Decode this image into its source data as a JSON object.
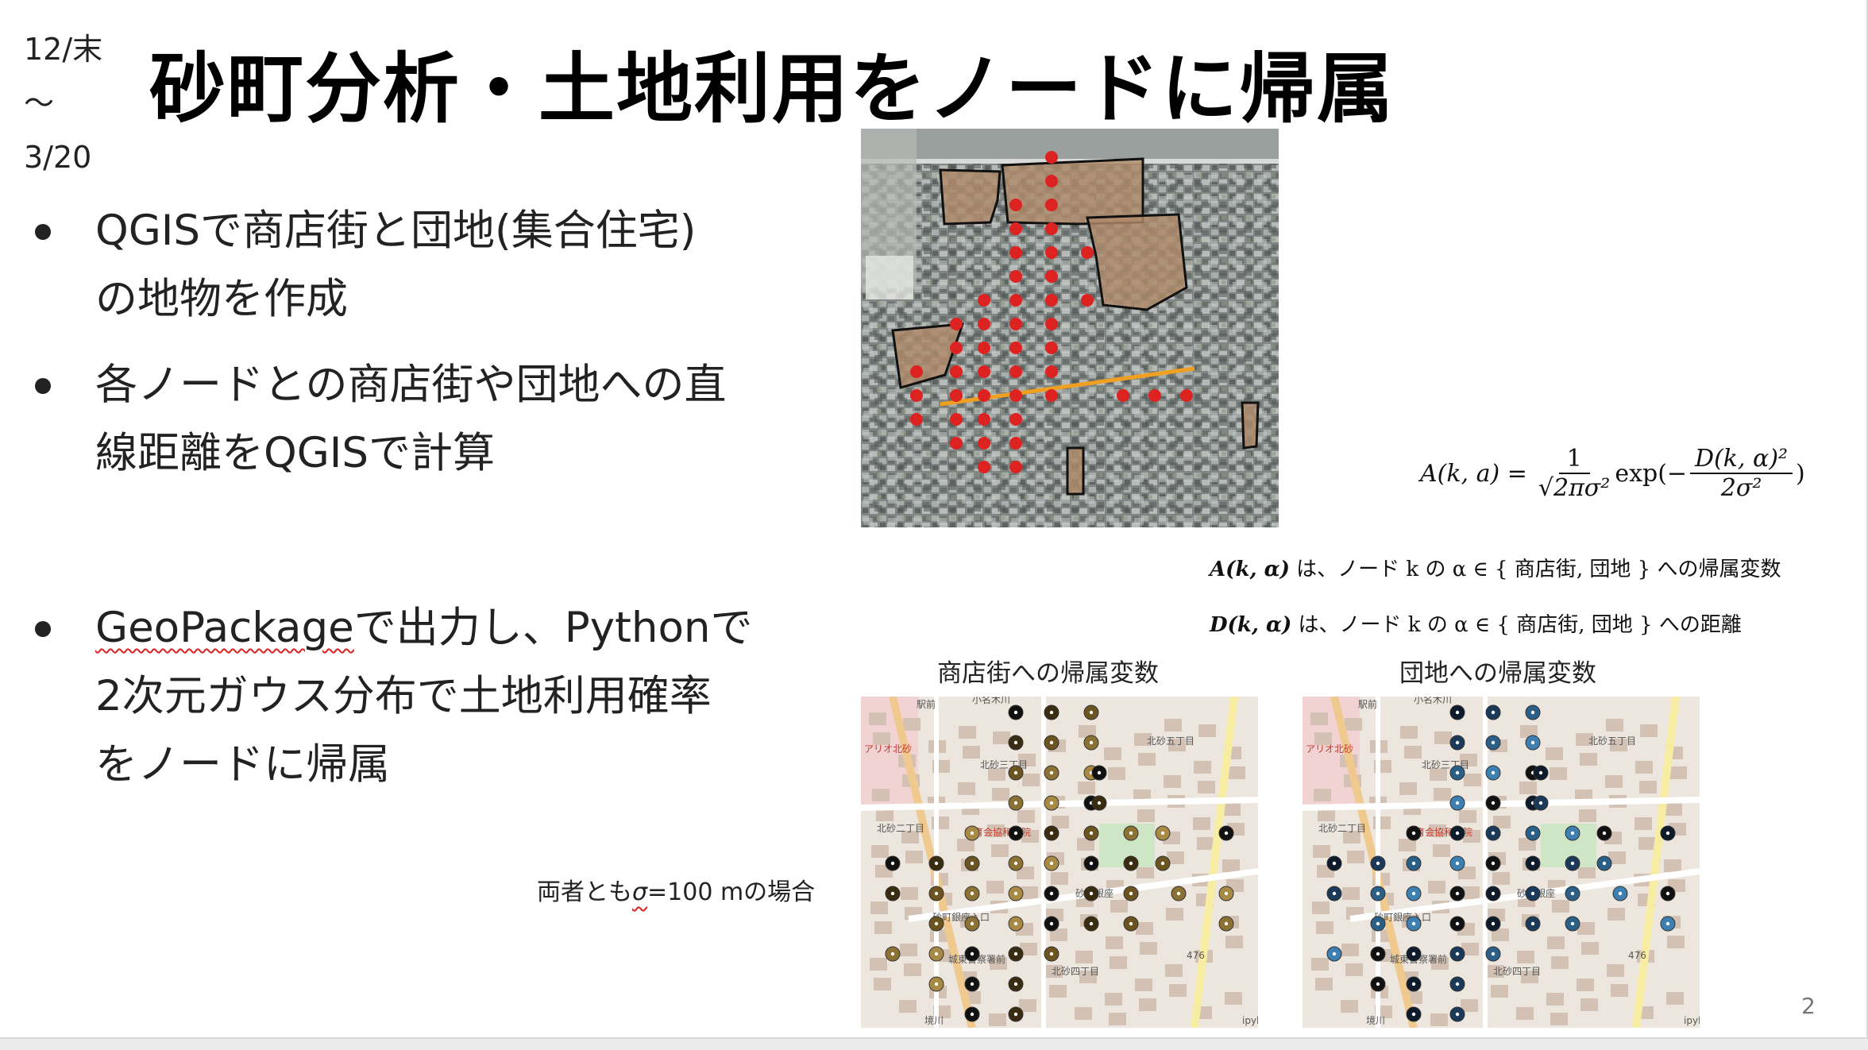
{
  "slide": {
    "date_lines": [
      "12/末",
      "〜",
      "3/20"
    ],
    "title": "砂町分析・土地利用をノードに帰属",
    "bullets": [
      {
        "lines": [
          "QGISで商店街と団地(集合住宅)",
          "の地物を作成"
        ]
      },
      {
        "lines": [
          "各ノードとの商店街や団地への直",
          "線距離をQGISで計算"
        ]
      },
      {
        "lines_rich": [
          [
            "GeoPackage",
            "で出力し、Pythonで"
          ],
          [
            "2次元ガウス分布で土地利用確率"
          ],
          [
            "をノードに帰属"
          ]
        ]
      }
    ],
    "formula": {
      "lhs": "A(k, a) =",
      "numerator": "1",
      "denominator": "√2πσ²",
      "exp": "exp(−",
      "frac_num": "D(k, α)²",
      "frac_den": "2σ²",
      "close": ")"
    },
    "definitions": [
      {
        "sym": "A(k, α)",
        "text": " は、ノード k の α ∈ { 商店街, 団地 } への帰属変数"
      },
      {
        "sym": "D(k, α)",
        "text": " は、ノード k の α ∈ { 商店街, 団地 } への距離"
      }
    ],
    "map_titles": [
      "商店街への帰属変数",
      "団地への帰属変数"
    ],
    "sigma_note": {
      "prefix": "両者とも",
      "sigma": "σ",
      "suffix": "=100 mの場合"
    },
    "page_number": "2",
    "map_labels": {
      "aio": "アリオ北砂",
      "kitasuna3": "北砂三丁目",
      "kitasuna2": "北砂二丁目",
      "kitasuna4": "北砂四丁目",
      "kitasuna5": "北砂五丁目",
      "hospital": "愛育会協和病院",
      "ginza": "砂町銀座",
      "ginza_ent": "砂町銀座入口",
      "police": "城東警察署前",
      "road": "476",
      "credit": "ipyl",
      "ekimae": "駅前",
      "komatsu": "小名木川",
      "sakai": "境川"
    },
    "colors": {
      "accent_red": "#dd2222",
      "orange_line": "#f0a020",
      "poly_fill": "#b08a6a"
    }
  }
}
